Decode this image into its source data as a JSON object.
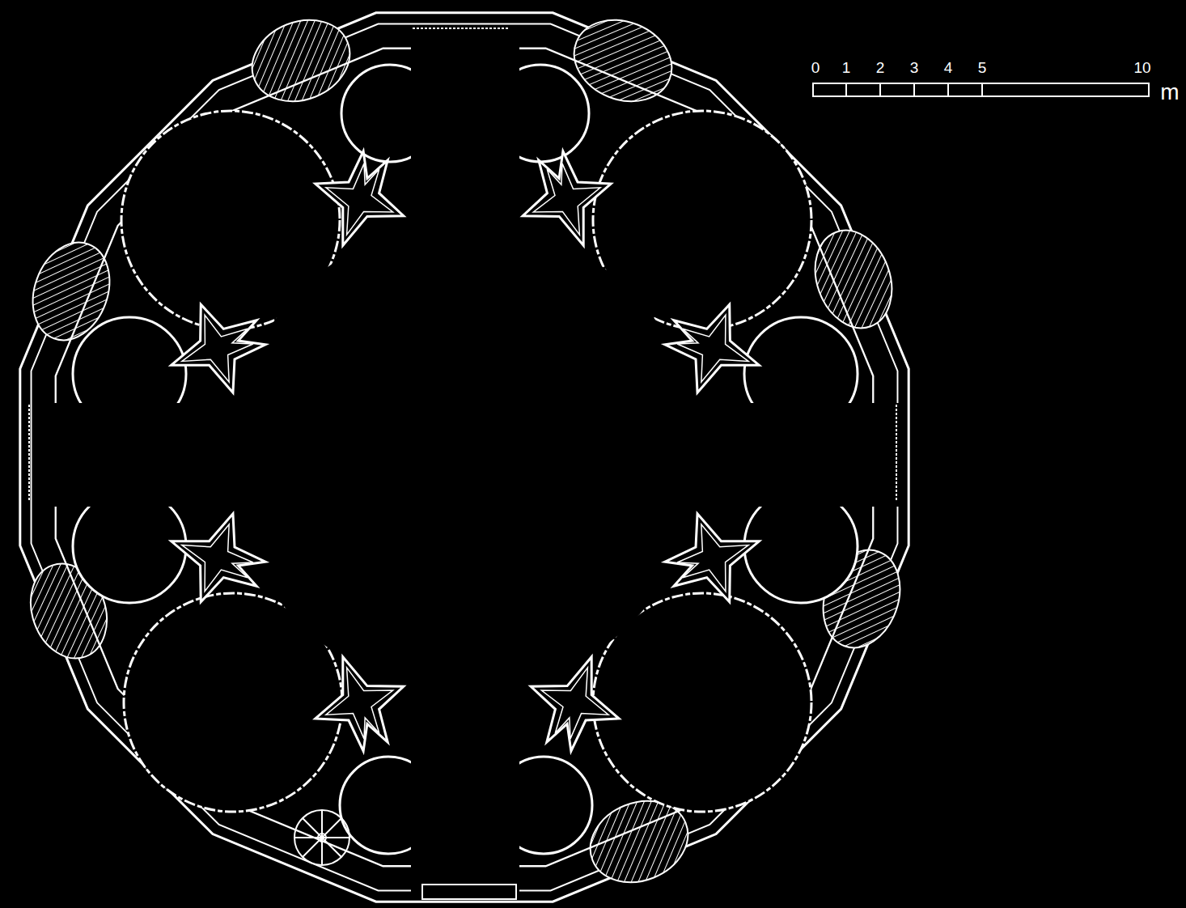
{
  "diagram": {
    "labels": [
      "0",
      "1",
      "2",
      "3",
      "4",
      "5",
      "10",
      "m"
    ]
  }
}
